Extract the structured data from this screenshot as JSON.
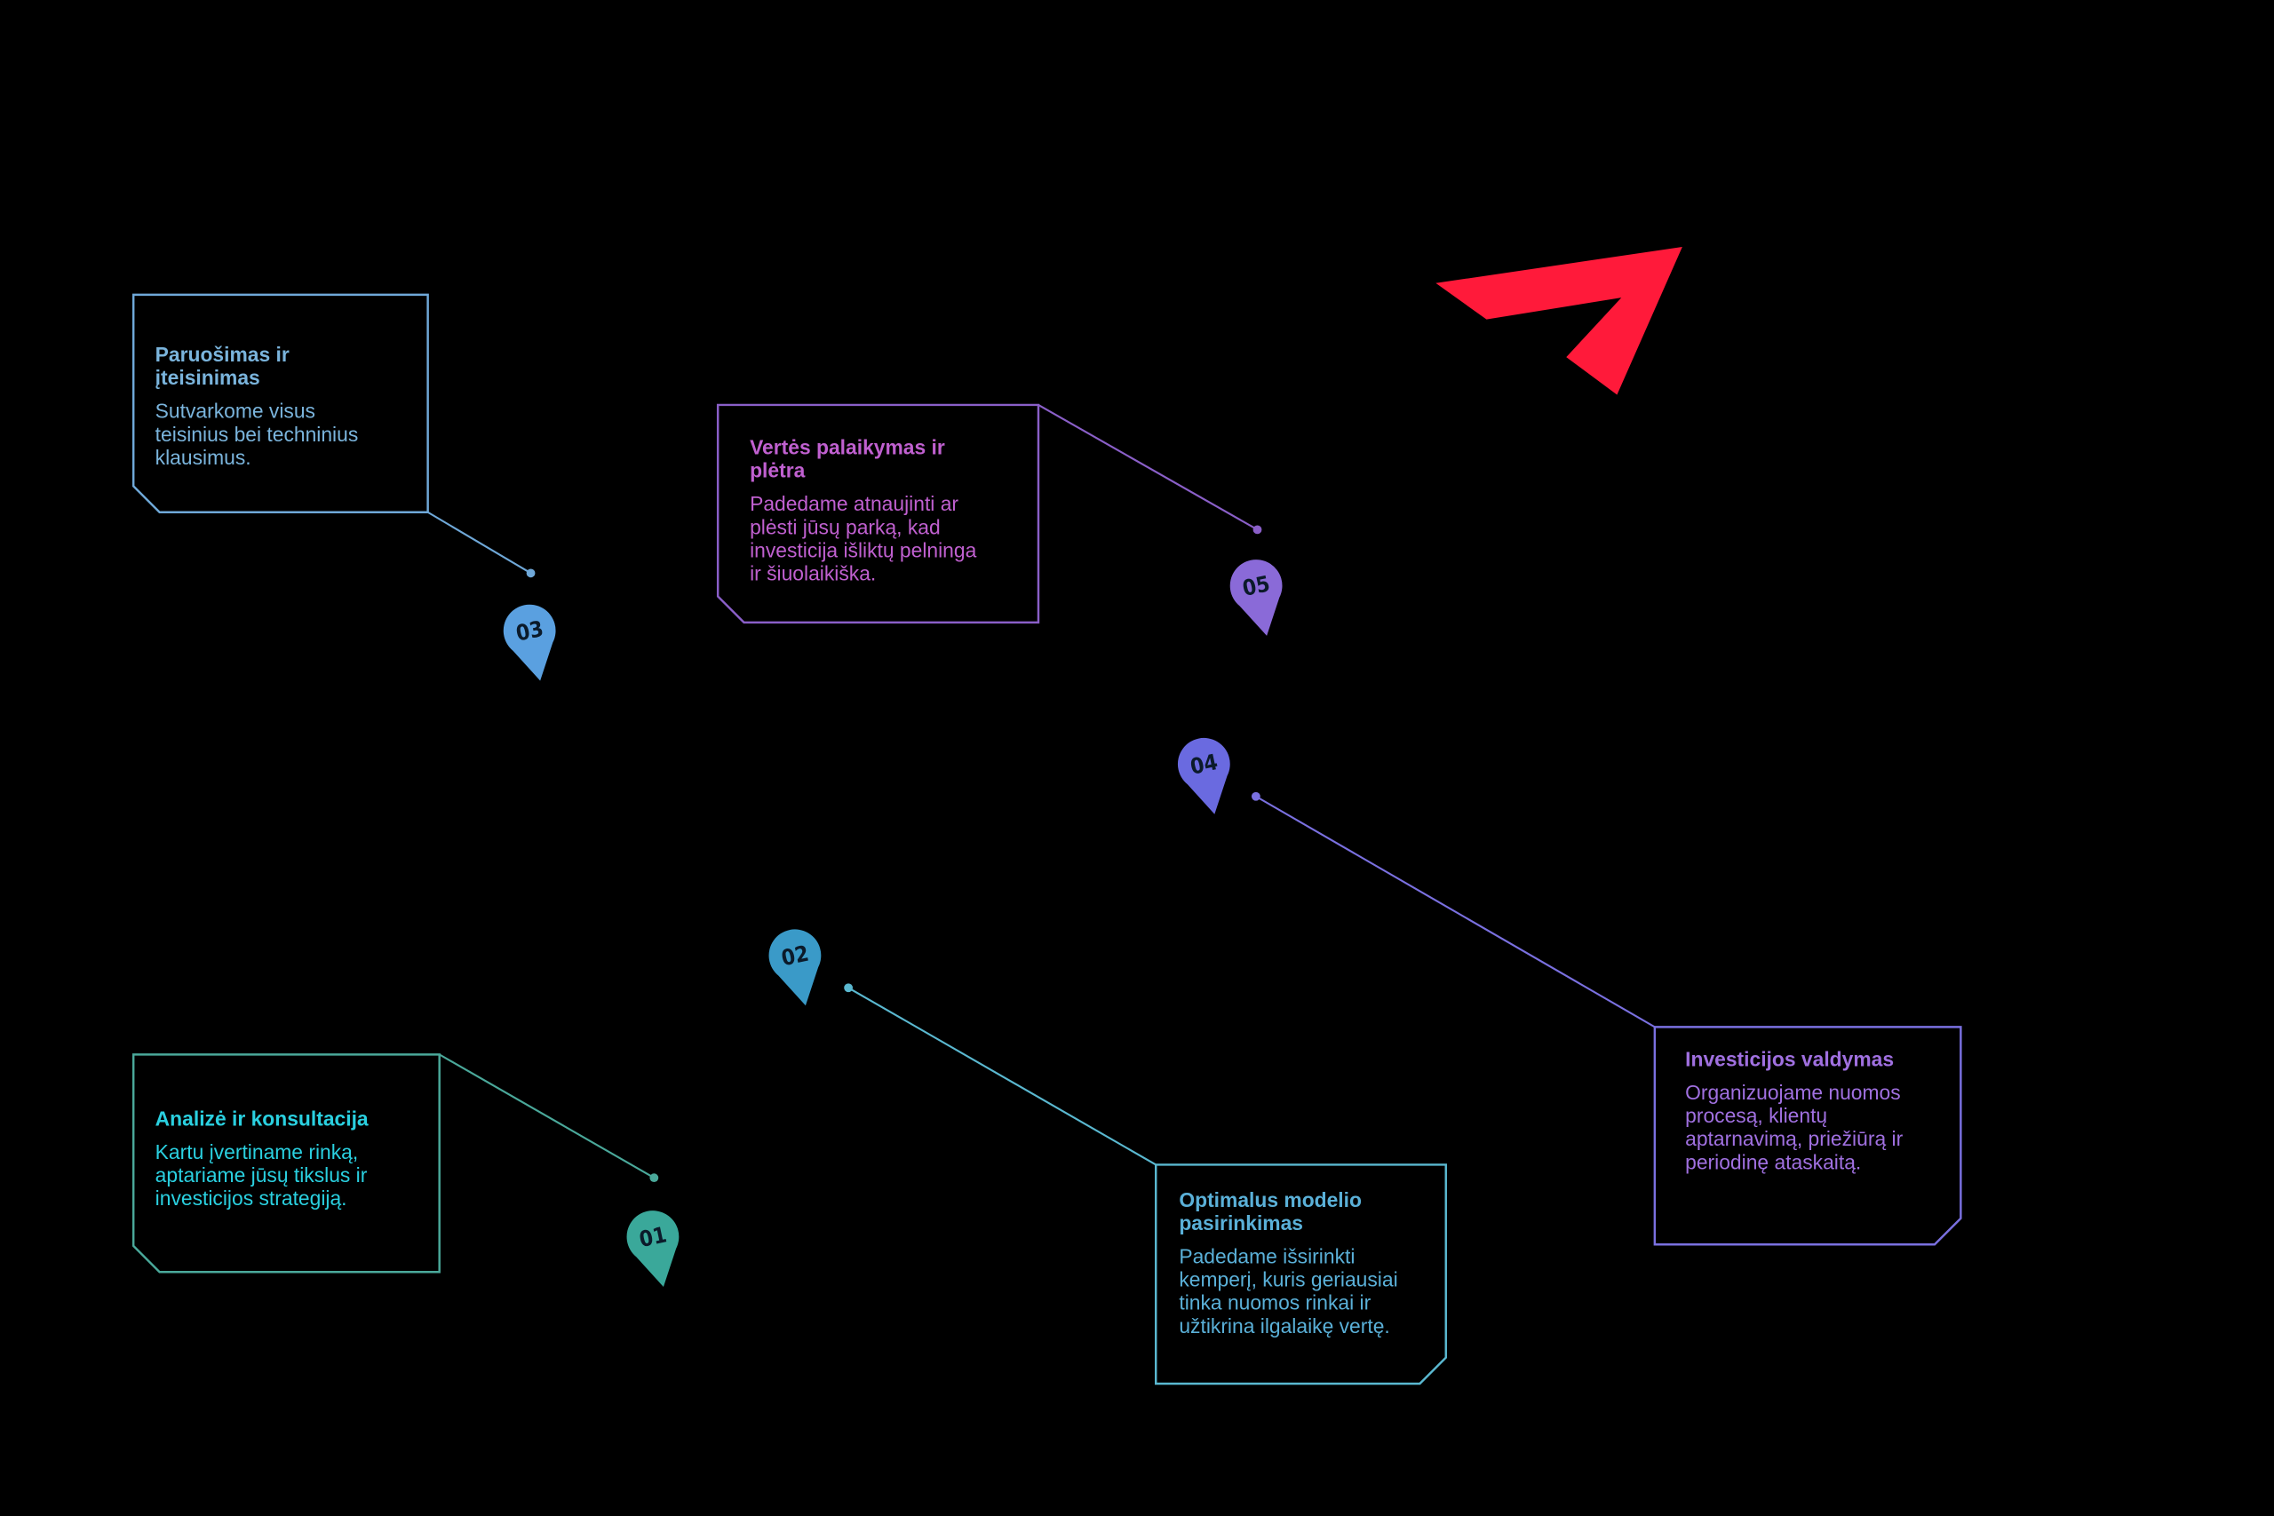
{
  "steps": [
    {
      "number": "01",
      "title": [
        "Analizė ir konsultacija"
      ],
      "body": [
        "Kartu įvertiname rinką,",
        "aptariame jūsų tikslus ir",
        "investicijos strategiją."
      ],
      "color": "#2ad0e0",
      "border": "#4aa89a",
      "pin": "#3aa89a"
    },
    {
      "number": "02",
      "title": [
        "Optimalus modelio",
        "pasirinkimas"
      ],
      "body": [
        "Padedame išsirinkti",
        "kemperį, kuris geriausiai",
        "tinka nuomos rinkai ir",
        "užtikrina ilgalaikę vertę."
      ],
      "color": "#5ab0d8",
      "border": "#5ab8d0",
      "pin": "#3a9ac8"
    },
    {
      "number": "03",
      "title": [
        "Paruošimas ir",
        "įteisinimas"
      ],
      "body": [
        "Sutvarkome visus",
        "teisinius bei techninius",
        "klausimus."
      ],
      "color": "#7ab4dc",
      "border": "#6fa8d8",
      "pin": "#5aa0e0"
    },
    {
      "number": "04",
      "title": [
        "Investicijos valdymas"
      ],
      "body": [
        "Organizuojame nuomos",
        "procesą, klientų",
        "aptarnavimą, priežiūrą ir",
        "periodinę ataskaitą."
      ],
      "color": "#a070e0",
      "border": "#7a70e0",
      "pin": "#6a6ae0"
    },
    {
      "number": "05",
      "title": [
        "Vertės palaikymas ir",
        "plėtra"
      ],
      "body": [
        "Padedame atnaujinti ar",
        "plėsti jūsų parką, kad",
        "investicija išliktų pelninga",
        "ir šiuolaikiška."
      ],
      "color": "#c060d0",
      "border": "#8a5fc8",
      "pin": "#8a6ad8"
    }
  ]
}
